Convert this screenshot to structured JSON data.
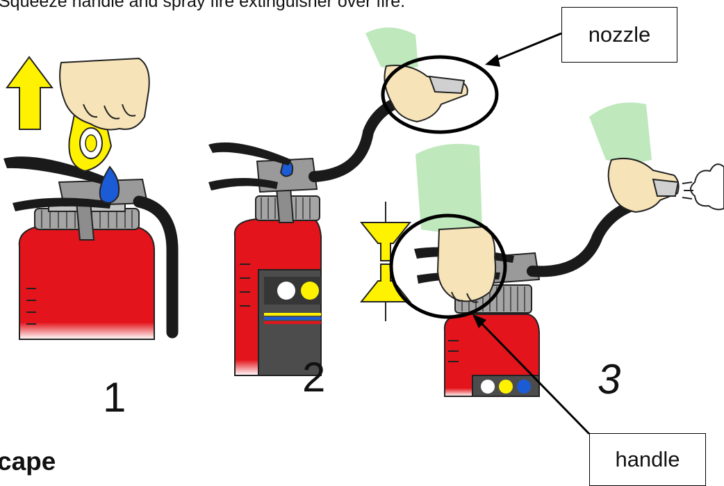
{
  "instruction_text": "Squeeze handle and spray fire extinguisher over fire.",
  "footer_text": "cape",
  "callouts": {
    "nozzle": "nozzle",
    "handle": "handle"
  },
  "steps": [
    "1",
    "2",
    "3"
  ],
  "colors": {
    "extinguisher_red": "#e3141b",
    "hose_black": "#1a1a1a",
    "valve_gray": "#9a9a9a",
    "hand_skin": "#f6e3b8",
    "sleeve_green": "#bfe8bd",
    "arrow_yellow": "#fff200",
    "pin_blue": "#1c5bd6"
  },
  "icons": [
    "up-arrow-icon",
    "squeeze-arrows-icon",
    "spray-cloud-icon"
  ]
}
